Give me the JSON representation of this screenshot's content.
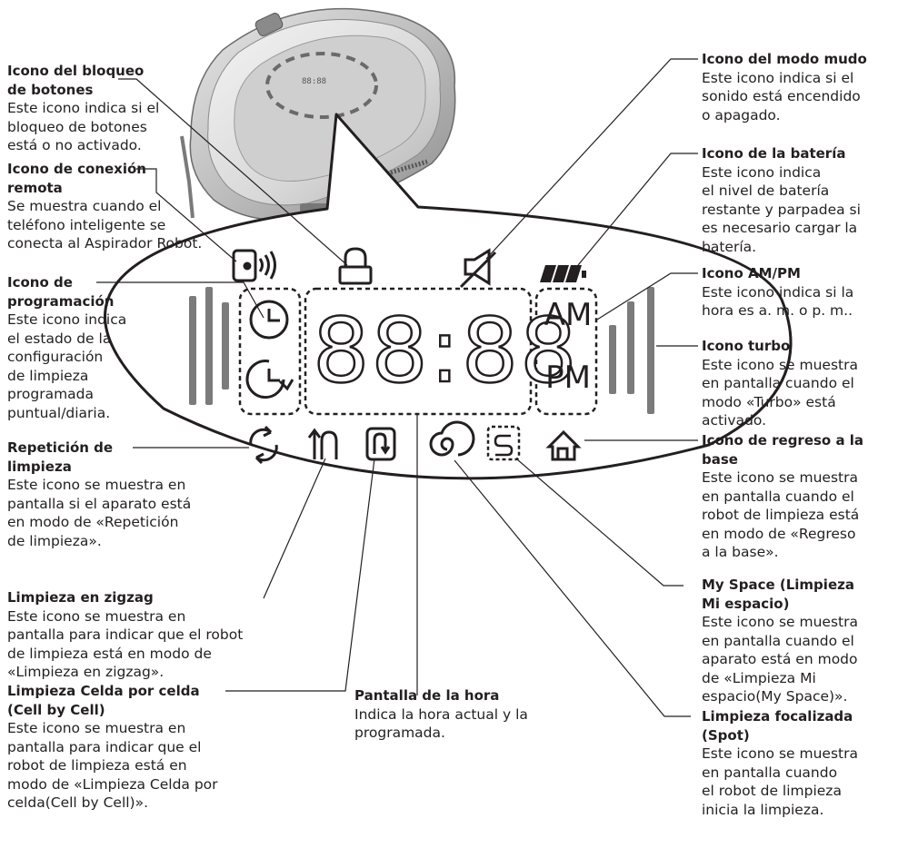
{
  "display": {
    "clock": "88:88",
    "am": "AM",
    "pm": "PM"
  },
  "colors": {
    "line": "#231f20",
    "robot": "#9a9a9a",
    "robot_dark": "#6e6e6e"
  },
  "captions": {
    "lock": {
      "title": [
        "Icono del bloqueo",
        "de botones"
      ],
      "desc": [
        "Este icono indica si el",
        "bloqueo de botones",
        "está o no activado."
      ]
    },
    "remote": {
      "title": [
        "Icono de conexión",
        "remota"
      ],
      "desc": [
        "Se muestra cuando el",
        "teléfono inteligente se",
        "conecta al Aspirador Robot."
      ]
    },
    "schedule": {
      "title": [
        "Icono de",
        "programación"
      ],
      "desc": [
        "Este icono indica",
        "el estado de la",
        "configuración",
        "de limpieza",
        "programada",
        "puntual/diaria."
      ]
    },
    "repeat": {
      "title": [
        "Repetición de",
        "limpieza"
      ],
      "desc": [
        "Este icono se muestra en",
        "pantalla si el aparato está",
        "en modo de «Repetición",
        "de limpieza»."
      ]
    },
    "zigzag": {
      "title": [
        "Limpieza en zigzag"
      ],
      "desc": [
        "Este icono se muestra en",
        "pantalla para indicar que el robot",
        "de limpieza está en modo de",
        "«Limpieza en zigzag»."
      ]
    },
    "cell": {
      "title": [
        "Limpieza Celda por celda",
        "(Cell by Cell)"
      ],
      "desc": [
        "Este icono se muestra en",
        "pantalla para indicar que el",
        "robot de limpieza está en",
        "modo de «Limpieza Celda por",
        "celda(Cell by Cell)»."
      ]
    },
    "clock": {
      "title": [
        "Pantalla de la hora"
      ],
      "desc": [
        "Indica la hora actual y la",
        "programada."
      ]
    },
    "mute": {
      "title": [
        "Icono del modo mudo"
      ],
      "desc": [
        "Este icono indica si el",
        "sonido está encendido",
        "o apagado."
      ]
    },
    "battery": {
      "title": [
        "Icono de la batería"
      ],
      "desc": [
        "Este icono indica",
        "el nivel de batería",
        "restante y parpadea si",
        "es necesario cargar la",
        "batería."
      ]
    },
    "ampm": {
      "title": [
        "Icono AM/PM"
      ],
      "desc": [
        "Este icono indica si la",
        "hora es a. m. o p. m.."
      ]
    },
    "turbo": {
      "title": [
        "Icono turbo"
      ],
      "desc": [
        "Este icono se muestra",
        "en pantalla cuando el",
        "modo «Turbo» está",
        "activado."
      ]
    },
    "home": {
      "title": [
        "Icono de regreso a la",
        "base"
      ],
      "desc": [
        "Este icono se muestra",
        "en pantalla cuando el",
        "robot de limpieza está",
        "en modo de «Regreso",
        "a la base»."
      ]
    },
    "myspace": {
      "title": [
        "My Space (Limpieza",
        "Mi espacio)"
      ],
      "desc": [
        "Este icono se muestra",
        "en pantalla cuando el",
        "aparato está en modo",
        "de «Limpieza Mi",
        "espacio(My Space)»."
      ]
    },
    "spot": {
      "title": [
        "Limpieza focalizada",
        "(Spot)"
      ],
      "desc": [
        "Este icono se muestra",
        "en pantalla cuando",
        "el robot de limpieza",
        "inicia la limpieza."
      ]
    }
  }
}
